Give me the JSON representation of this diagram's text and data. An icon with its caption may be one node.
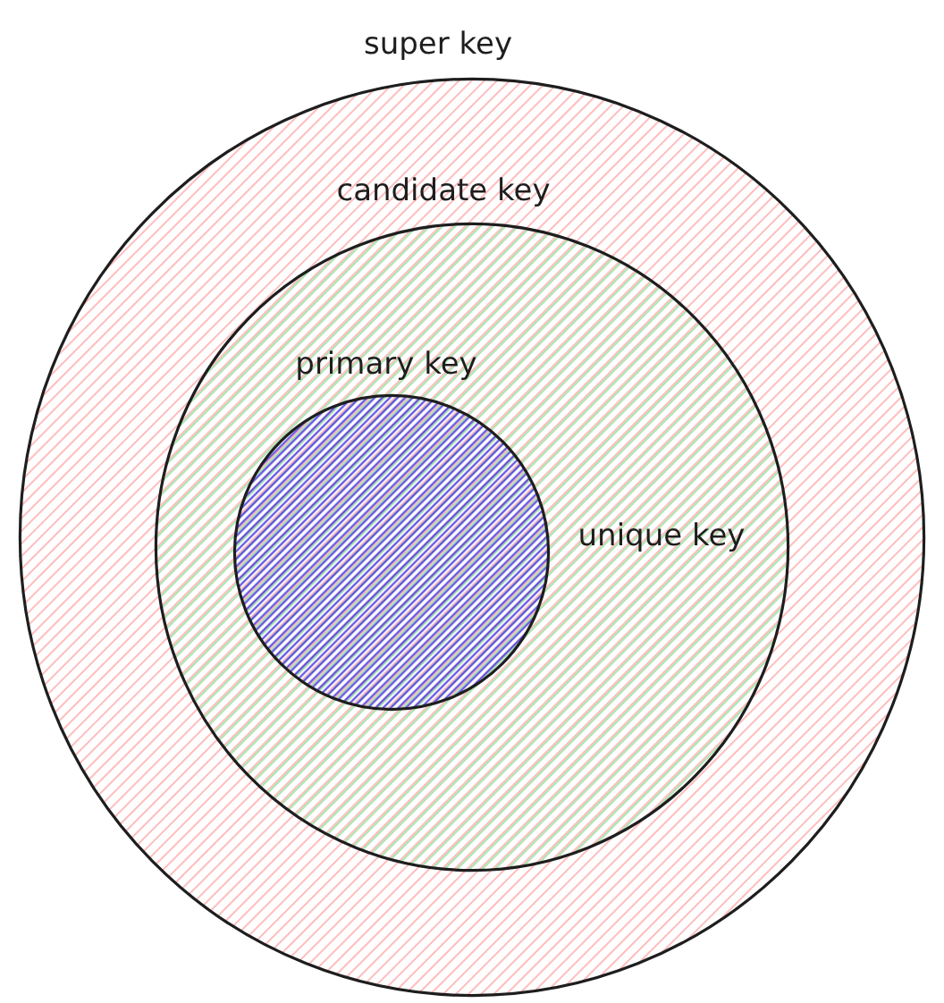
{
  "diagram": {
    "nodes": [
      {
        "text": [
          "super key"
        ]
      },
      {
        "text": [
          "candidate key"
        ],
        "in": 0
      },
      {
        "text": [
          "primary key"
        ],
        "in": 1
      }
    ],
    "labels": [
      "unique key"
    ]
  }
}
